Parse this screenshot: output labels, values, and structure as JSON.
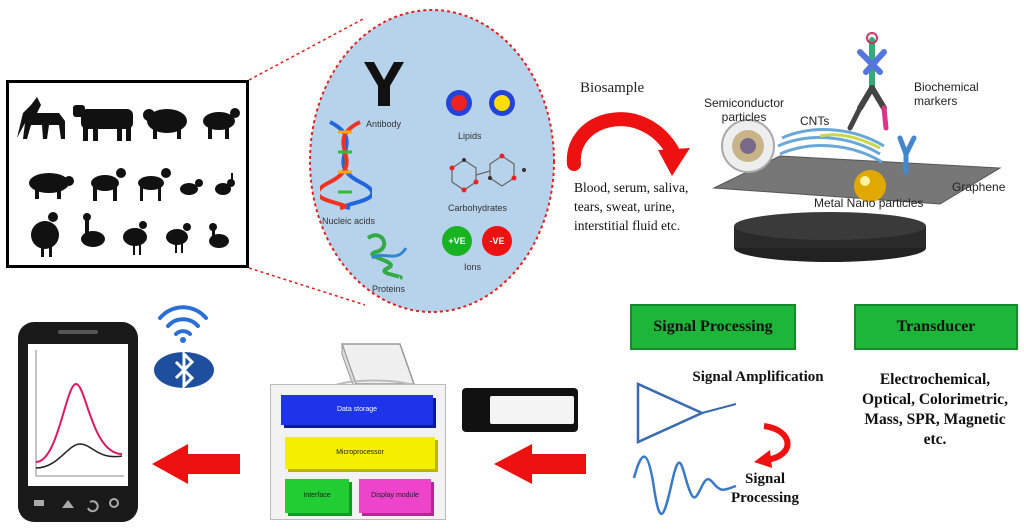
{
  "biomolecules": {
    "antibody": "Antibody",
    "lipids": "Lipids",
    "nucleic_acids": "Nucleic acids",
    "carbohydrates": "Carbohydrates",
    "ions": "Ions",
    "proteins": "Proteins",
    "ion_positive": "+VE",
    "ion_negative": "-VE"
  },
  "biosample": {
    "title": "Biosample",
    "fluids": "Blood, serum, saliva, tears, sweat, urine, interstitial fluid etc."
  },
  "nano": {
    "semiconductor": "Semiconductor particles",
    "cnts": "CNTs",
    "biochemical": "Biochemical markers",
    "graphene": "Graphene",
    "metal": "Metal Nano particles"
  },
  "signal_processing": {
    "header": "Signal Processing",
    "amplification": "Signal Amplification",
    "processing": "Signal Processing"
  },
  "transducer": {
    "header": "Transducer",
    "types": "Electrochemical, Optical, Colorimetric, Mass, SPR, Magnetic etc."
  },
  "device_chips": {
    "top": "Data storage",
    "middle": "Microprocessor",
    "left": "Interface",
    "right": "Display module"
  },
  "colors": {
    "arrow_red": "#ee1111",
    "green_box": "#1db53a",
    "ellipse_fill": "#b7d3ec",
    "ellipse_border": "#e02020",
    "chip_blue": "#1d34e8",
    "chip_yellow": "#f4f000",
    "chip_green": "#22cc33",
    "chip_magenta": "#ee44cc"
  }
}
